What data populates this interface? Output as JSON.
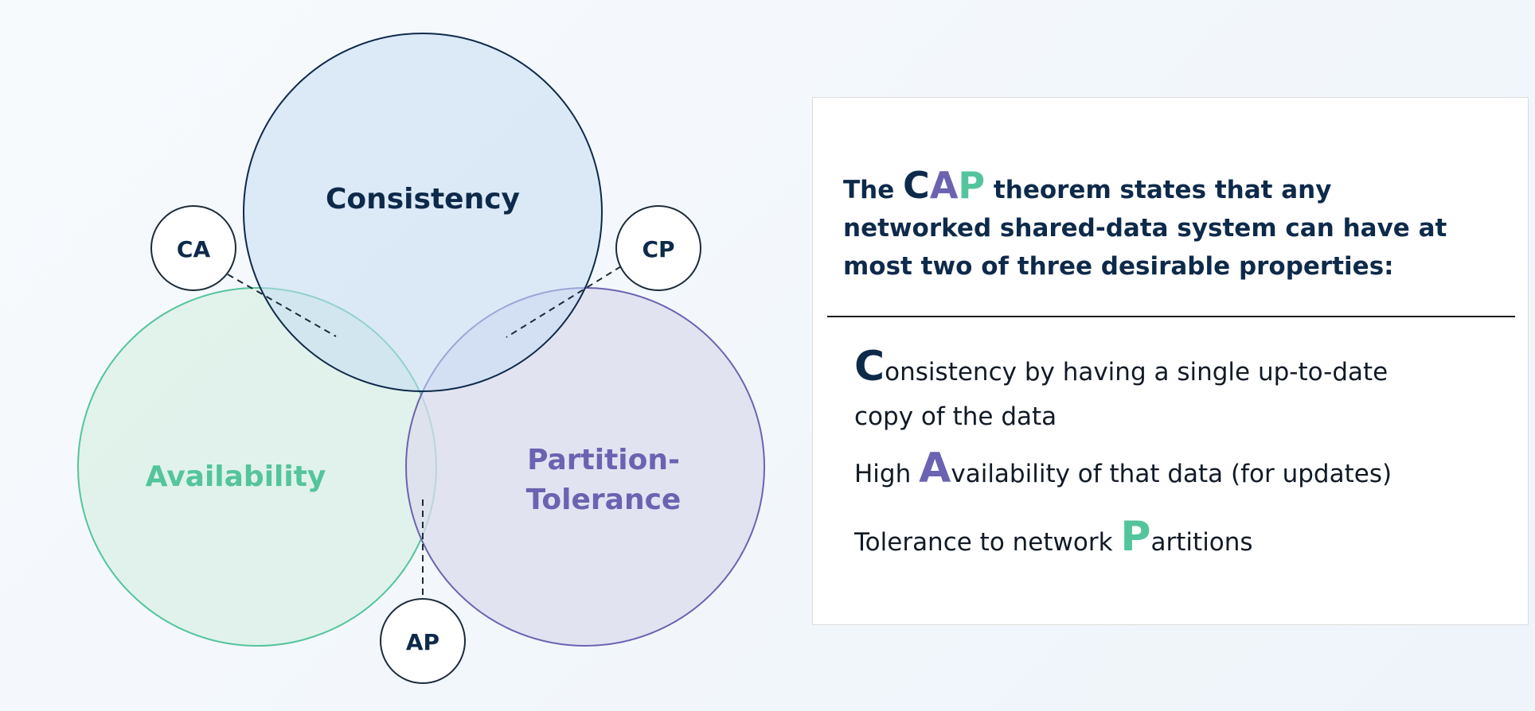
{
  "diagram": {
    "circles": [
      {
        "key": "consistency",
        "label": "Consistency",
        "color": "#0e2a4a",
        "fill": "#d6e6f6"
      },
      {
        "key": "availability",
        "label": "Availability",
        "color": "#54c49c",
        "fill": "#d9f0e6"
      },
      {
        "key": "partition",
        "label_line1": "Partition-",
        "label_line2": "Tolerance",
        "color": "#6b63b1",
        "fill": "#dcdcee"
      }
    ],
    "pairs": [
      {
        "key": "ca",
        "label": "CA"
      },
      {
        "key": "cp",
        "label": "CP"
      },
      {
        "key": "ap",
        "label": "AP"
      }
    ]
  },
  "panel": {
    "headline": {
      "prefix": "The ",
      "letters": [
        "C",
        "A",
        "P"
      ],
      "rest": " theorem states that any networked shared-data system can have at most two of three desirable properties:"
    },
    "properties": [
      {
        "before": "",
        "letter": "C",
        "after": "onsistency by having a single up-to-date copy of the data",
        "letter_color": "#0e2a4a"
      },
      {
        "before": "High ",
        "letter": "A",
        "after": "vailability of that data (for updates)",
        "letter_color": "#6b63b1"
      },
      {
        "before": "Tolerance to network ",
        "letter": "P",
        "after": "artitions",
        "letter_color": "#54c49c"
      }
    ]
  }
}
